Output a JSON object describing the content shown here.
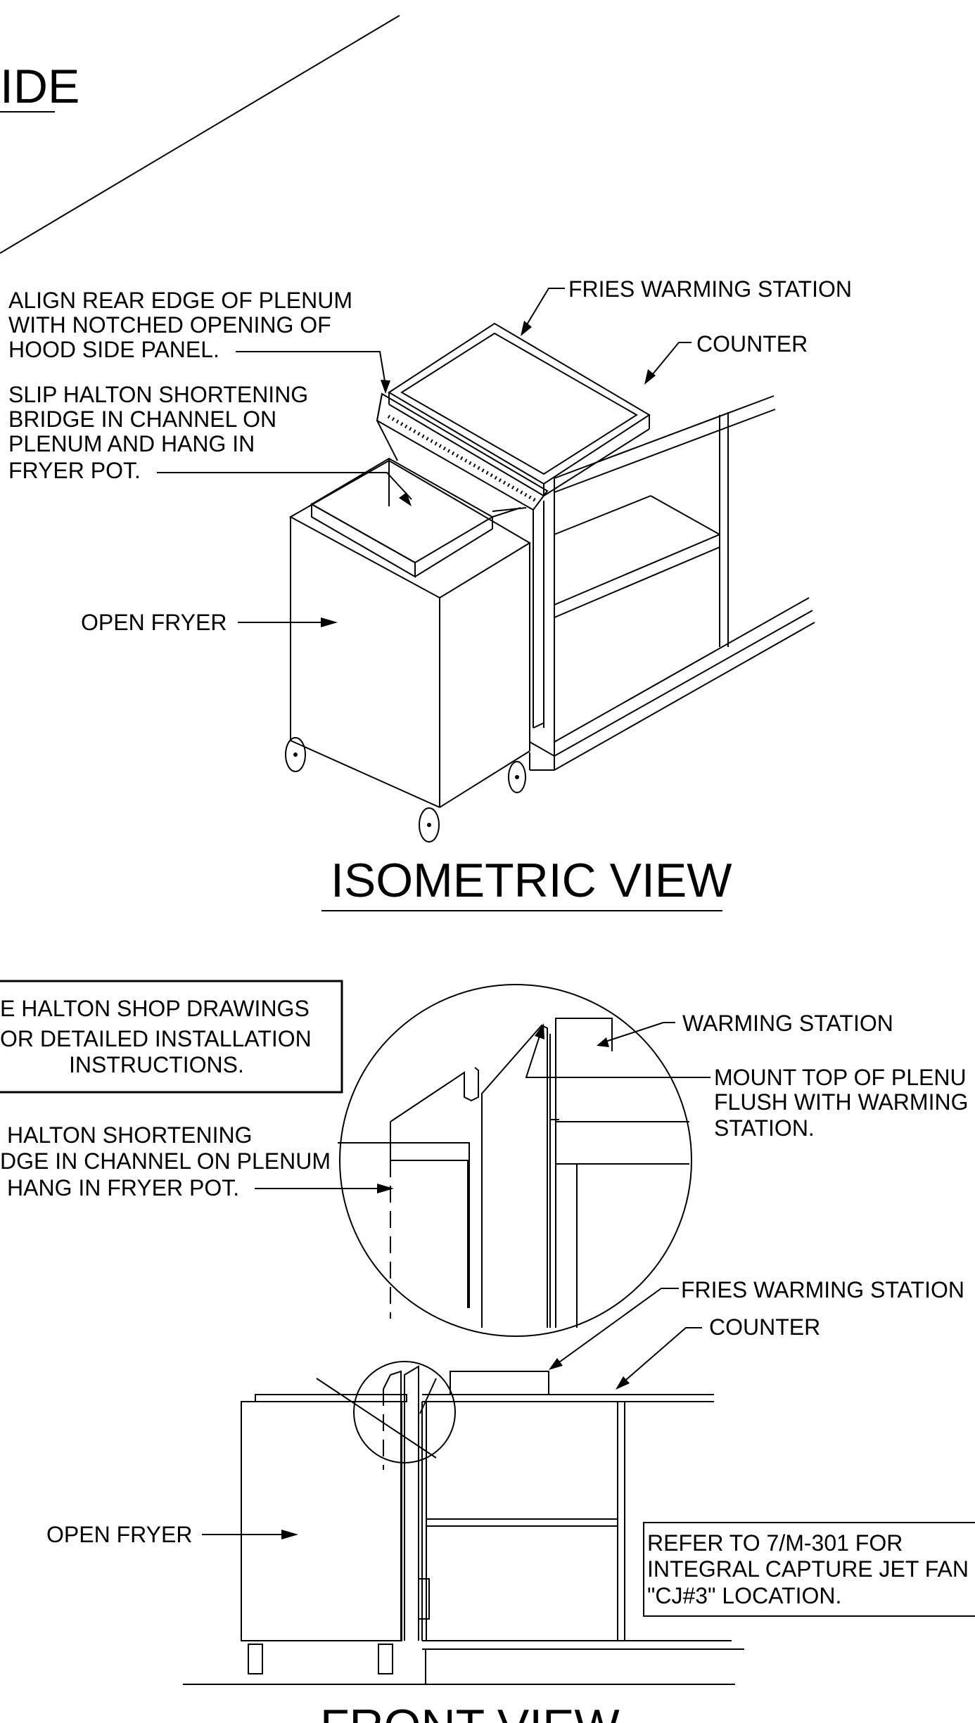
{
  "top_fragment": {
    "title": "IDE"
  },
  "isometric": {
    "title": "ISOMETRIC VIEW",
    "labels": {
      "align_rear_edge": [
        "ALIGN REAR EDGE OF PLENUM",
        "WITH NOTCHED OPENING OF",
        "HOOD SIDE PANEL."
      ],
      "slip_bridge": [
        "SLIP HALTON SHORTENING",
        "BRIDGE IN CHANNEL ON",
        "PLENUM AND  HANG IN",
        "FRYER POT."
      ],
      "fries_warming_station": "FRIES WARMING STATION",
      "counter": "COUNTER",
      "open_fryer": "OPEN FRYER"
    }
  },
  "front": {
    "title": "FRONT VIEW",
    "note_shop_drawings": [
      "E HALTON SHOP DRAWINGS",
      "OR DETAILED INSTALLATION",
      "INSTRUCTIONS."
    ],
    "labels": {
      "slip_bridge": [
        "HALTON SHORTENING",
        "DGE IN CHANNEL ON PLENUM",
        "HANG IN FRYER POT."
      ],
      "warming_station": "WARMING STATION",
      "mount_top": [
        "MOUNT TOP OF PLENU",
        "FLUSH WITH WARMING",
        "STATION."
      ],
      "fries_warming_station": "FRIES WARMING STATION",
      "counter": "COUNTER",
      "open_fryer": "OPEN FRYER"
    },
    "note_refer": [
      "REFER TO 7/M-301 FOR",
      "INTEGRAL CAPTURE JET FAN",
      "\"CJ#3\" LOCATION."
    ]
  }
}
